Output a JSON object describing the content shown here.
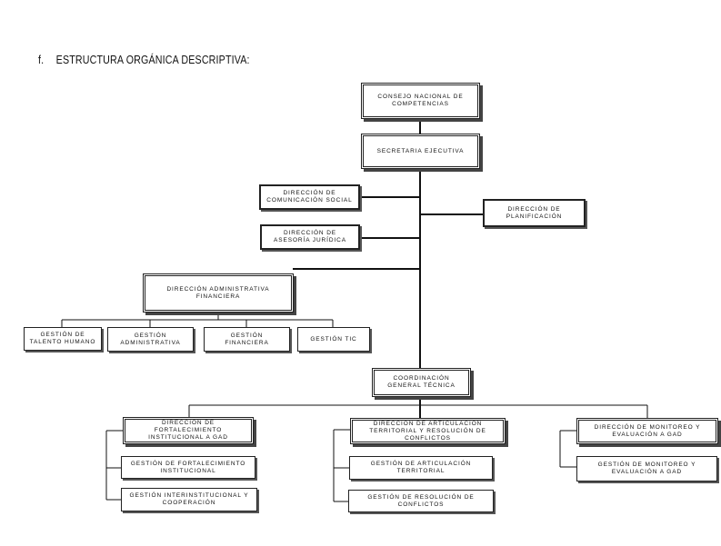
{
  "heading": {
    "number": "f.",
    "title": "ESTRUCTURA ORGÁNICA DESCRIPTIVA:"
  },
  "boxes": {
    "consejo": "CONSEJO NACIONAL DE COMPETENCIAS",
    "secretaria": "SECRETARIA EJECUTIVA",
    "comunicacion": "DIRECCIÓN DE COMUNICACIÓN SOCIAL",
    "planificacion": "DIRECCIÓN DE PLANIFICACIÓN",
    "asesoria": "DIRECCIÓN DE ASESORÍA JURÍDICA",
    "administrativa": "DIRECCIÓN ADMINISTRATIVA FINANCIERA",
    "talento": "GESTIÓN DE TALENTO HUMANO",
    "gestion_admin": "GESTIÓN ADMINISTRATIVA",
    "gestion_fin": "GESTIÓN FINANCIERA",
    "gestion_tic": "GESTIÓN TIC",
    "coordinacion": "COORDINACIÓN GENERAL TÉCNICA",
    "fortalecimiento": "DIRECCIÓN DE FORTALECIMIENTO INSTITUCIONAL A GAD",
    "articulacion": "DIRECCIÓN DE ARTICULACIÓN TERRITORIAL Y RESOLUCIÓN DE CONFLICTOS",
    "monitoreo": "DIRECCIÓN DE MONITOREO Y EVALUACIÓN A GAD",
    "gest_fortalecimiento": "GESTIÓN DE FORTALECIMIENTO INSTITUCIONAL",
    "gest_interinstitucional": "GESTIÓN INTERINSTITUCIONAL Y COOPERACIÓN",
    "gest_articulacion": "GESTIÓN DE ARTICULACIÓN TERRITORIAL",
    "gest_conflictos": "GESTIÓN DE RESOLUCIÓN DE CONFLICTOS",
    "gest_monitoreo": "GESTIÓN DE MONITOREO Y EVALUACIÓN A GAD"
  }
}
